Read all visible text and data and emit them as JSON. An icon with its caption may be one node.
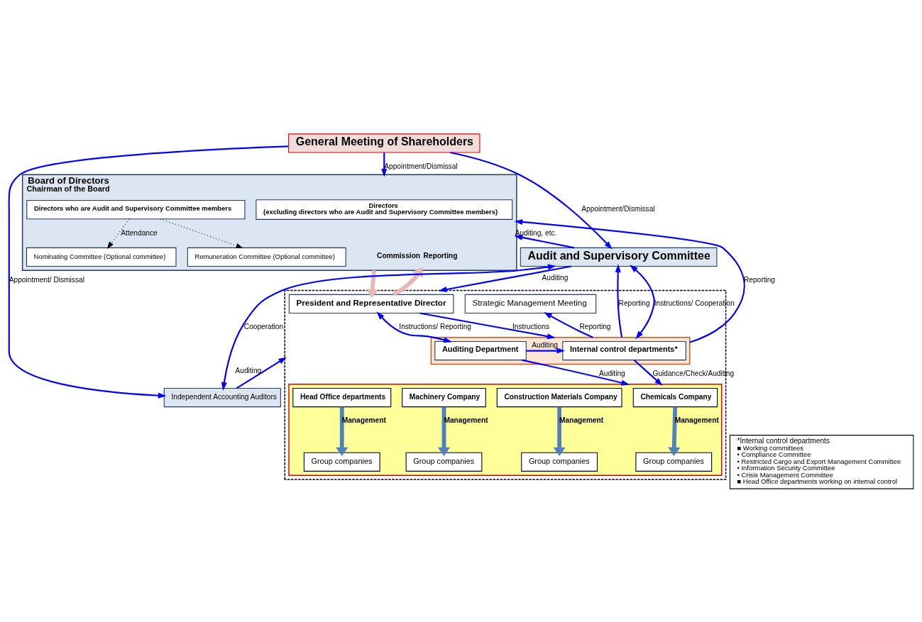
{
  "diagram": {
    "nodes": [
      {
        "text": [
          "General Meeting of Shareholders"
        ]
      },
      {
        "text": [
          "Board of Directors",
          "Chairman of the Board"
        ]
      },
      {
        "text": [
          "Directors",
          "(excluding directors who are Audit and Supervisory Committee members)"
        ],
        "in": 1
      },
      {
        "text": [
          "Directors who are Audit and Supervisory Committee members"
        ],
        "in": 1
      },
      {
        "text": [
          "Nominating Committee (Optional committee)"
        ],
        "in": 1
      },
      {
        "text": [
          "Remuneration Committee (Optional committee)"
        ],
        "in": 1
      },
      {
        "text": [
          "Audit and Supervisory Committee"
        ]
      },
      {
        "text": [],
        "shape": "box"
      },
      {
        "text": [
          "President and Representative Director"
        ],
        "in": 7
      },
      {
        "text": [
          "Strategic Management Meeting"
        ],
        "in": 7
      },
      {
        "text": [],
        "shape": "box",
        "in": 7
      },
      {
        "text": [
          "Internal control departments*"
        ],
        "in": 10
      },
      {
        "text": [
          "Auditing Department"
        ],
        "in": 10
      },
      {
        "text": [],
        "shape": "box",
        "in": 7
      },
      {
        "text": [
          "Chemicals Company"
        ],
        "in": 13
      },
      {
        "text": [
          "Group companies"
        ],
        "in": 13
      },
      {
        "text": [
          "Construction Materials Company"
        ],
        "in": 13
      },
      {
        "text": [
          "Group companies"
        ],
        "in": 13
      },
      {
        "text": [
          "Machinery Company"
        ],
        "in": 13
      },
      {
        "text": [
          "Group companies"
        ],
        "in": 13
      },
      {
        "text": [
          "Head Office departments"
        ],
        "in": 13
      },
      {
        "text": [
          "Group companies"
        ],
        "in": 13
      },
      {
        "text": [
          "Independent Accounting Auditors"
        ]
      },
      {
        "text": [
          "*Internal control departments",
          "■ Working committees",
          "• Compliance Committee",
          "• Restricted Cargo and Export Management Committee",
          "• Information Security Committee",
          "• Crisis Management Committee",
          "■ Head Office departments working on internal control"
        ]
      }
    ],
    "edges": [
      {
        "from": 0,
        "to": 1,
        "arrow": "to",
        "label": "Appointment/Dismissal"
      },
      {
        "from": 0,
        "to": 6,
        "arrow": "to",
        "label": "Appointment/Dismissal"
      },
      {
        "from": 0,
        "to": 22,
        "arrow": "to",
        "label": "Appointment/ Dismissal"
      },
      {
        "from": 6,
        "to": 1,
        "arrow": "to",
        "label": "Auditing, etc."
      },
      {
        "from": 3,
        "to": 4,
        "arrow": "to",
        "style": "dashed",
        "color": "#000000",
        "label": "Attendance"
      },
      {
        "from": 3,
        "to": 5,
        "arrow": "to",
        "style": "dashed",
        "color": "#000000"
      },
      {
        "from": 1,
        "to": 8,
        "arrow": "to",
        "style": "thick",
        "color": "#e6b8b7",
        "label": "Commission"
      },
      {
        "from": 8,
        "to": 1,
        "arrow": "to",
        "style": "thick",
        "color": "#e6b8b7",
        "label": "Reporting"
      },
      {
        "from": 10,
        "to": 1,
        "arrow": "to",
        "label": "Reporting"
      },
      {
        "from": 8,
        "to": 10,
        "arrow": "to",
        "label": "Instructions"
      },
      {
        "from": 10,
        "to": 9,
        "arrow": "to",
        "label": "Reporting"
      },
      {
        "from": 8,
        "to": 12,
        "arrow": "both",
        "label": "Instructions/ Reporting"
      },
      {
        "from": 12,
        "to": 11,
        "arrow": "to",
        "label": "Auditing"
      },
      {
        "from": 6,
        "to": 7,
        "arrow": "to",
        "label": "Auditing"
      },
      {
        "from": 6,
        "to": 10,
        "arrow": "both",
        "label": "Instructions/ Cooperation"
      },
      {
        "from": 10,
        "to": 6,
        "arrow": "to",
        "label": "Reporting"
      },
      {
        "from": 11,
        "to": 13,
        "arrow": "to",
        "label": "Guidance/Check/Auditing"
      },
      {
        "from": 12,
        "to": 13,
        "arrow": "to",
        "label": "Auditing"
      },
      {
        "from": 14,
        "to": 15,
        "arrow": "to",
        "style": "thick",
        "color": "#4f81bd",
        "label": "Management"
      },
      {
        "from": 16,
        "to": 17,
        "arrow": "to",
        "style": "thick",
        "color": "#4f81bd",
        "label": "Management"
      },
      {
        "from": 18,
        "to": 19,
        "arrow": "to",
        "style": "thick",
        "color": "#4f81bd",
        "label": "Management"
      },
      {
        "from": 20,
        "to": 21,
        "arrow": "to",
        "style": "thick",
        "color": "#4f81bd",
        "label": "Management"
      },
      {
        "from": 6,
        "to": 22,
        "arrow": "both",
        "label": "Cooperation"
      },
      {
        "from": 22,
        "to": 7,
        "arrow": "to",
        "label": "Auditing"
      }
    ]
  }
}
